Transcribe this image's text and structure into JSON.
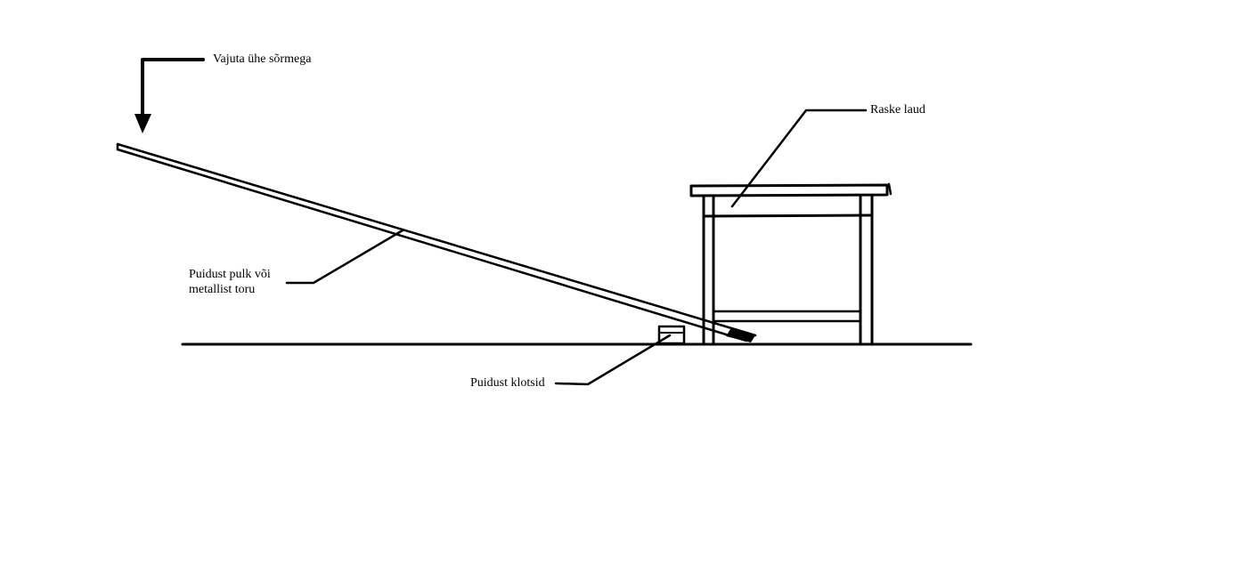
{
  "labels": {
    "press": "Vajuta ühe sõrmega",
    "table": "Raske laud",
    "stick_line1": "Puidust pulk või",
    "stick_line2": "metallist toru",
    "blocks": "Puidust klotsid"
  },
  "colors": {
    "ink": "#000000",
    "background": "#ffffff"
  },
  "icons": {
    "arrow": "arrow-down-icon"
  }
}
